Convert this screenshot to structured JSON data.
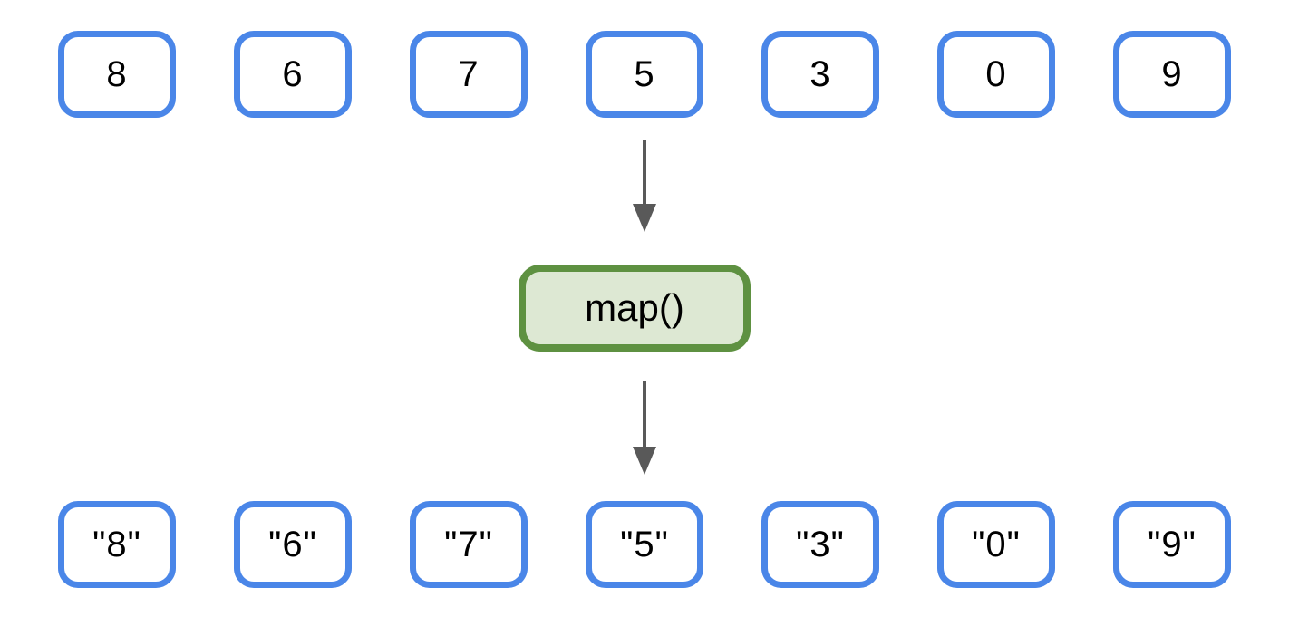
{
  "diagram": {
    "function_label": "map()",
    "input_values": [
      "8",
      "6",
      "7",
      "5",
      "3",
      "0",
      "9"
    ],
    "output_values": [
      "\"8\"",
      "\"6\"",
      "\"7\"",
      "\"5\"",
      "\"3\"",
      "\"0\"",
      "\"9\""
    ],
    "colors": {
      "box_border_blue": "#4a86e8",
      "function_border_green": "#5e9141",
      "function_fill_green": "#dde8d3",
      "arrow_gray": "#595959",
      "text": "#000000",
      "background": "#ffffff"
    }
  }
}
